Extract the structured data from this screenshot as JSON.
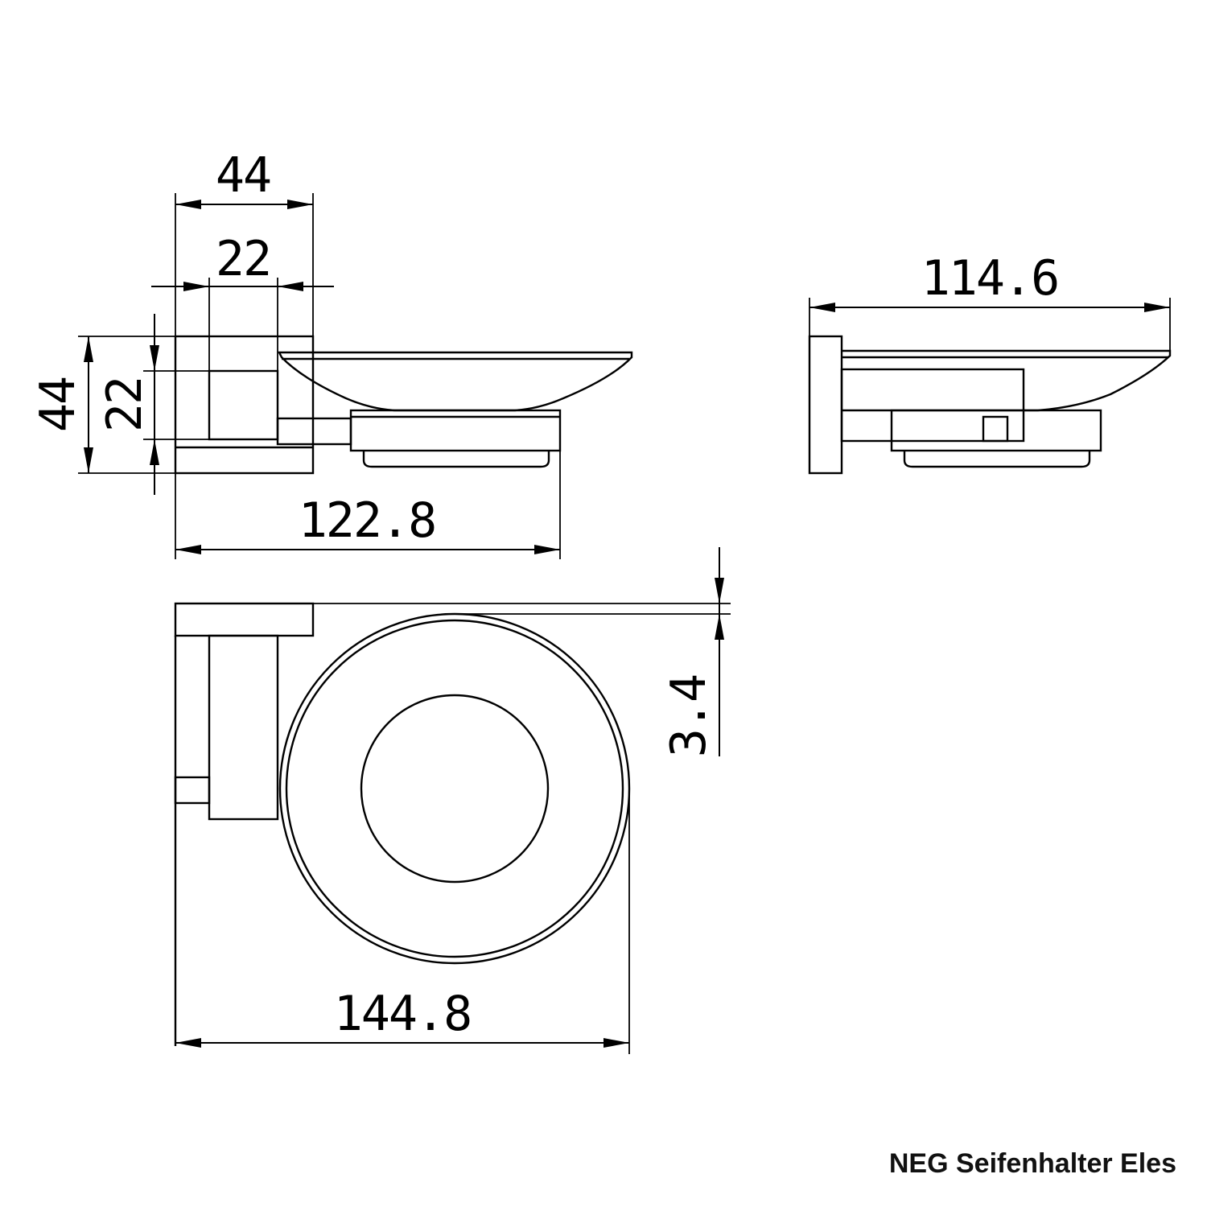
{
  "caption": "NEG Seifenhalter Eles",
  "dimensions": {
    "side_top_width": "44",
    "side_inner_width": "22",
    "side_height": "44",
    "side_inner_height": "22",
    "side_projection": "122.8",
    "front_width": "114.6",
    "top_gap": "3.4",
    "top_projection": "144.8"
  }
}
